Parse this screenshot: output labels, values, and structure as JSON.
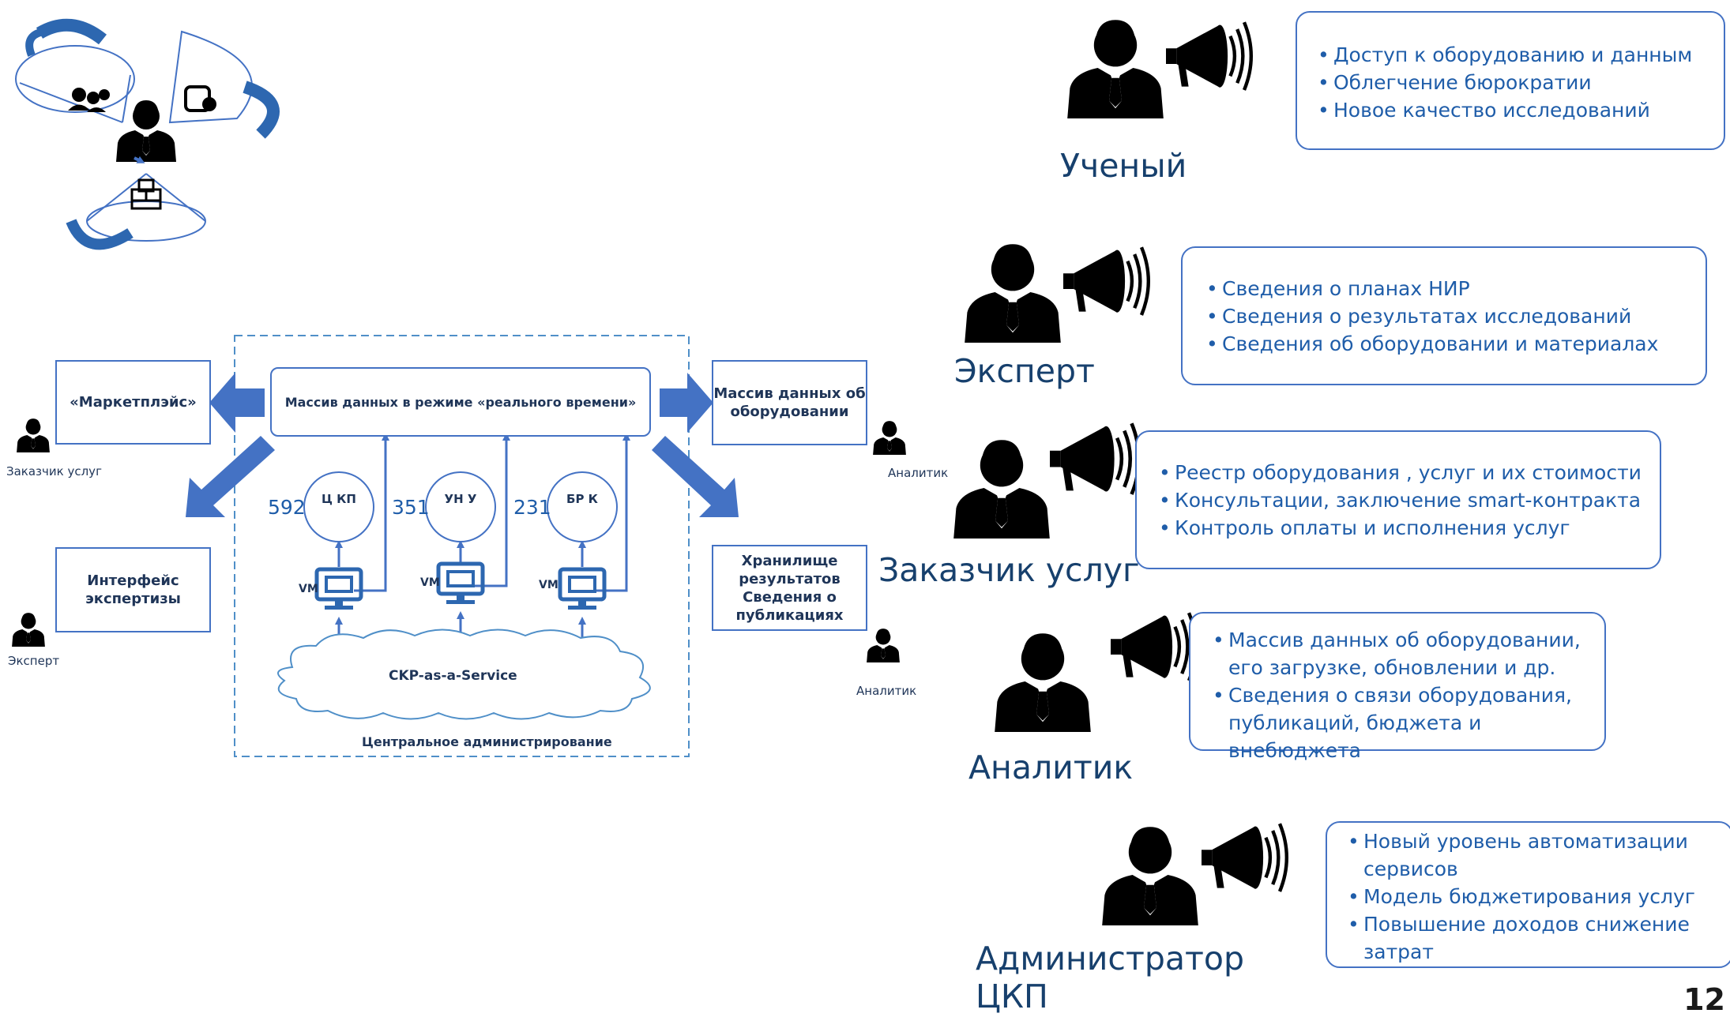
{
  "page_number": "12",
  "roles": [
    {
      "name": "Ученый",
      "items": [
        "Доступ к оборудованию и данным",
        "Облегчение бюрократии",
        "Новое качество исследований"
      ]
    },
    {
      "name": "Эксперт",
      "items": [
        "Сведения о планах  НИР",
        "Сведения о результатах исследований",
        "Сведения об оборудовании и материалах"
      ]
    },
    {
      "name": "Заказчик услуг",
      "items": [
        "Реестр оборудования , услуг и их стоимости",
        "Консультации, заключение smart-контракта",
        "Контроль оплаты и исполнения услуг"
      ]
    },
    {
      "name": "Аналитик",
      "items": [
        "Массив данных об оборудовании, его загрузке, обновлении и др.",
        "Сведения о связи оборудования, публикаций, бюджета и внебюджета"
      ]
    },
    {
      "name": "Администратор ЦКП",
      "items": [
        "Новый уровень автоматизации сервисов",
        "Модель бюджетирования услуг",
        "Повышение доходов снижение затрат"
      ]
    }
  ],
  "diagram": {
    "central_box": "Массив данных в режиме «реального времени»",
    "marketplace": "«Маркетплэйс»",
    "expertise_interface": "Интерфейс экспертизы",
    "equipment_array": "Массив данных об оборудовании",
    "results_storage": "Хранилище результатов Сведения о публикациях",
    "cloud": "CKP-as-a-Service",
    "admin_label": "Центральное администрирование",
    "label_customer": "Заказчик услуг",
    "label_expert": "Эксперт",
    "label_analyst_1": "Аналитик",
    "label_analyst_2": "Аналитик",
    "nodes": [
      {
        "count": "592",
        "label": "Ц КП",
        "vm": "VM"
      },
      {
        "count": "351",
        "label": "УН У",
        "vm": "VM"
      },
      {
        "count": "231",
        "label": "БР К",
        "vm": "VM"
      }
    ]
  },
  "colors": {
    "accent": "#4472c4",
    "text_dark": "#17406d",
    "text_blue": "#1f5da9"
  }
}
